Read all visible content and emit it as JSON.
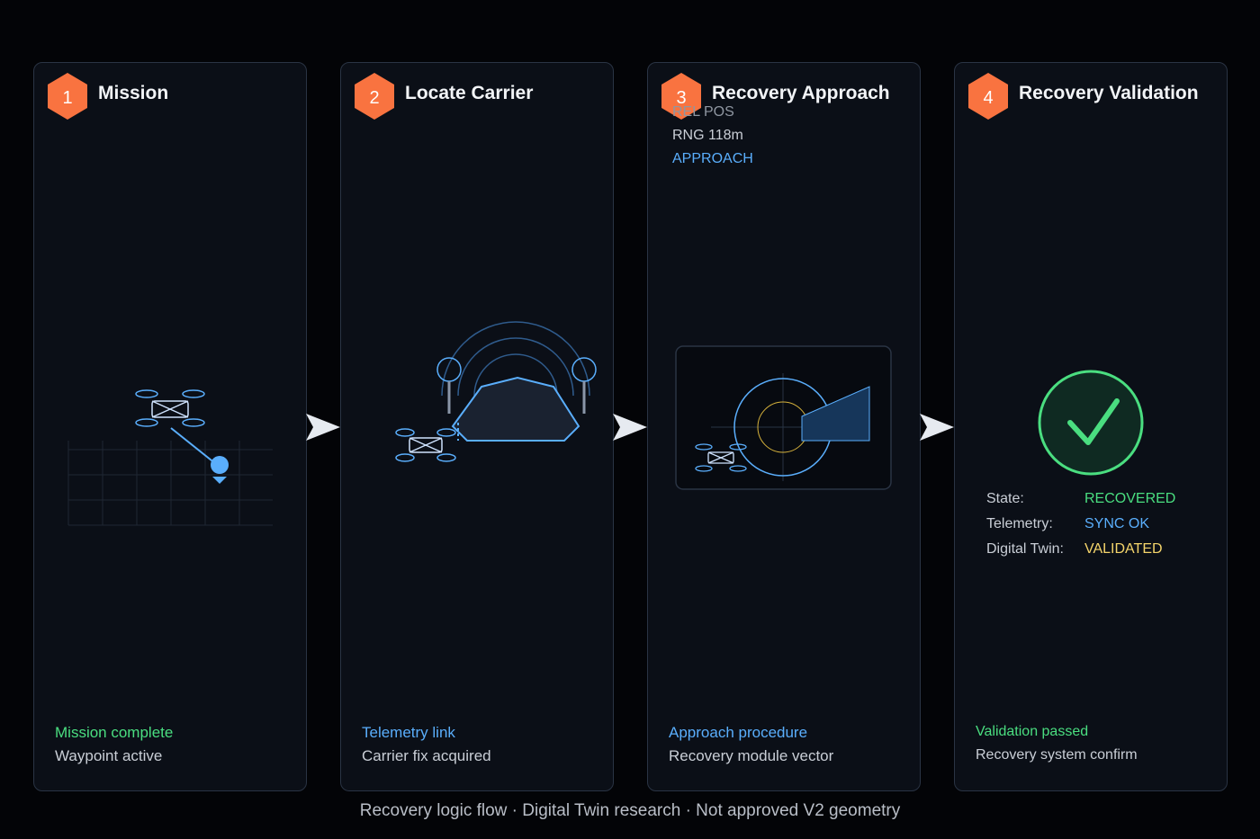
{
  "colors": {
    "background": "#030407",
    "panel": "#0b0f17",
    "panel_border": "#2a3444",
    "badge": "#f97340",
    "accent_blue": "#5aaefc",
    "accent_green": "#4ade80",
    "accent_yellow": "#f5d56b"
  },
  "panels": [
    {
      "number": "1",
      "title": "Mission",
      "caption_primary": "Mission complete",
      "caption_secondary": "Waypoint active"
    },
    {
      "number": "2",
      "title": "Locate Carrier",
      "caption_primary": "Telemetry link",
      "caption_secondary": "Carrier fix acquired"
    },
    {
      "number": "3",
      "title": "Recovery Approach",
      "caption_primary": "Approach procedure",
      "caption_secondary": "Recovery module vector",
      "readouts": [
        "REL POS",
        "RNG 118m",
        "APPROACH"
      ]
    },
    {
      "number": "4",
      "title": "Recovery Validation",
      "caption_primary": "Validation passed",
      "caption_secondary": "Recovery system confirm",
      "status": [
        {
          "label": "State:",
          "value": "RECOVERED"
        },
        {
          "label": "Telemetry:",
          "value": "SYNC OK"
        },
        {
          "label": "Digital Twin:",
          "value": "VALIDATED"
        }
      ]
    }
  ],
  "icons": [
    "drone-icon",
    "waypoint-pin-icon",
    "carrier-dock-icon",
    "antenna-icon",
    "target-reticle-icon",
    "checkmark-icon",
    "flow-arrow-icon"
  ],
  "footer": "Recovery logic flow · Digital Twin research · Not approved V2 geometry"
}
